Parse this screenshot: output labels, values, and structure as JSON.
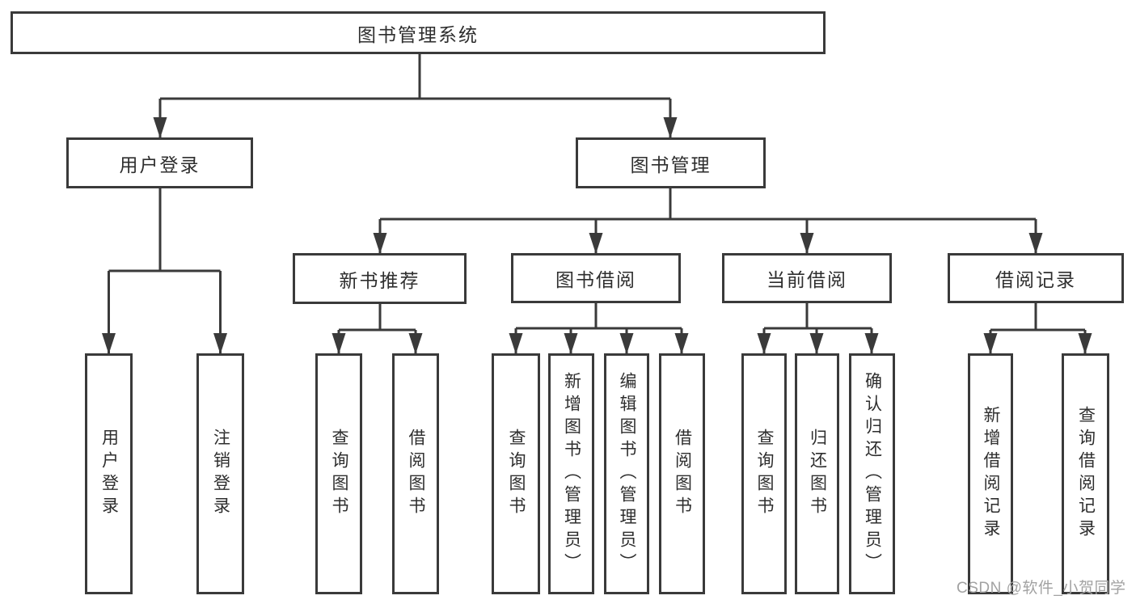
{
  "diagram_type": "hierarchy",
  "tree": {
    "label": "图书管理系统",
    "children": [
      {
        "label": "用户登录",
        "children": [
          {
            "label": "用户登录"
          },
          {
            "label": "注销登录"
          }
        ]
      },
      {
        "label": "图书管理",
        "children": [
          {
            "label": "新书推荐",
            "children": [
              {
                "label": "查询图书"
              },
              {
                "label": "借阅图书"
              }
            ]
          },
          {
            "label": "图书借阅",
            "children": [
              {
                "label": "查询图书"
              },
              {
                "label": "新增图书（管理员）"
              },
              {
                "label": "编辑图书（管理员）"
              },
              {
                "label": "借阅图书"
              }
            ]
          },
          {
            "label": "当前借阅",
            "children": [
              {
                "label": "查询图书"
              },
              {
                "label": "归还图书"
              },
              {
                "label": "确认归还（管理员）"
              }
            ]
          },
          {
            "label": "借阅记录",
            "children": [
              {
                "label": "新增借阅记录"
              },
              {
                "label": "查询借阅记录"
              }
            ]
          }
        ]
      }
    ]
  },
  "watermark": {
    "text": "CSDN @软件_小贺同学"
  },
  "colors": {
    "line": "#3a3a3a",
    "text": "#2e2e2e",
    "watermark": "#a2a2a2",
    "bg": "#ffffff"
  }
}
